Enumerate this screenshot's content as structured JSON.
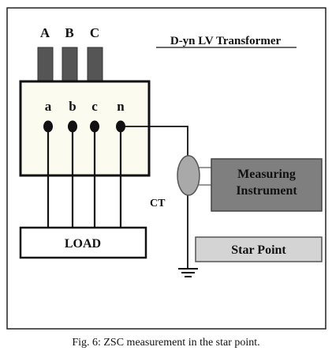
{
  "diagram": {
    "title": "D-yn LV Transformer",
    "hv_terminals": [
      "A",
      "B",
      "C"
    ],
    "lv_terminals": [
      "a",
      "b",
      "c",
      "n"
    ],
    "load_label": "LOAD",
    "ct_label": "CT",
    "instrument_label_line1": "Measuring",
    "instrument_label_line2": "Instrument",
    "star_point_label": "Star Point",
    "colors": {
      "stroke": "#111111",
      "bushing": "#555555",
      "transformer_fill": "#fbfbef",
      "ct_fill": "#a9a9a9",
      "instrument_fill": "#7f7f7f",
      "star_point_fill": "#d4d4d4"
    }
  },
  "caption": "Fig. 6: ZSC measurement in the star point."
}
